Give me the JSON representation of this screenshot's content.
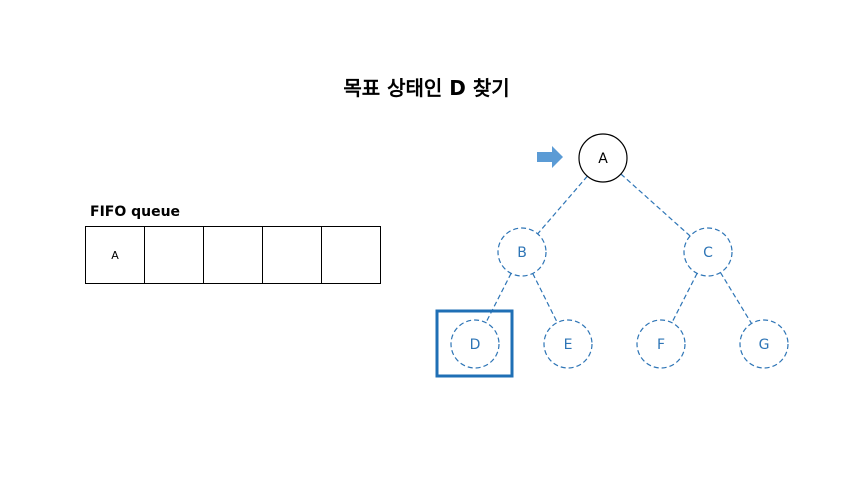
{
  "title": "목표 상태인 D 찾기",
  "queue": {
    "label": "FIFO queue",
    "cells": [
      "A",
      "",
      "",
      "",
      ""
    ]
  },
  "tree": {
    "nodes": [
      {
        "id": "A",
        "label": "A",
        "visited": true
      },
      {
        "id": "B",
        "label": "B",
        "visited": false
      },
      {
        "id": "C",
        "label": "C",
        "visited": false
      },
      {
        "id": "D",
        "label": "D",
        "visited": false,
        "goal": true
      },
      {
        "id": "E",
        "label": "E",
        "visited": false
      },
      {
        "id": "F",
        "label": "F",
        "visited": false
      },
      {
        "id": "G",
        "label": "G",
        "visited": false
      }
    ],
    "edges": [
      [
        "A",
        "B"
      ],
      [
        "A",
        "C"
      ],
      [
        "B",
        "D"
      ],
      [
        "B",
        "E"
      ],
      [
        "C",
        "F"
      ],
      [
        "C",
        "G"
      ]
    ],
    "current": "A"
  },
  "colors": {
    "dashed": "#2e75b6",
    "goal_box": "#1f6fb5",
    "arrow": "#5b9bd5",
    "solid": "#000000"
  },
  "icons": {
    "pointer": "right-arrow-icon"
  }
}
